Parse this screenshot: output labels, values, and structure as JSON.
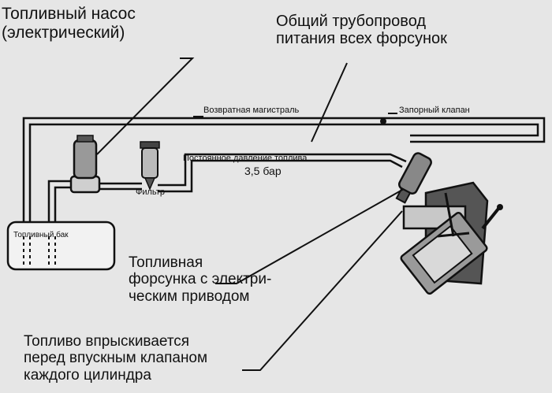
{
  "labels": {
    "pump": "Топливный насос\n(электрический)",
    "rail": "Общий трубопровод\nпитания всех форсунок",
    "return_line": "Возвратная магистраль",
    "check_valve": "Запорный клапан",
    "pressure": "Постоянное давление топлива",
    "pressure_value": "3,5 бар",
    "filter": "Фильтр",
    "tank": "Топливный бак",
    "injector": "Топливная\nфорсунка с электри-\nческим приводом",
    "injection": "Топливо впрыскивается\nперед впускным клапаном\nкаждого цилиндра"
  },
  "colors": {
    "background": "#e6e6e6",
    "ink": "#111111"
  }
}
